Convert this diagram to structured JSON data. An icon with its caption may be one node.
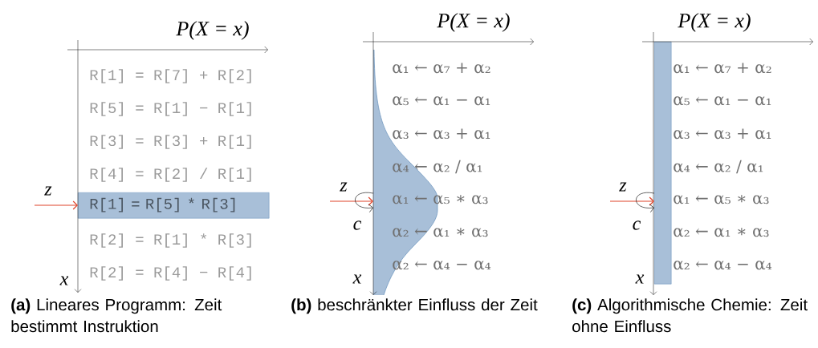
{
  "diagram": {
    "nodes": [
      {
        "text": [
          "R[1] = R[5] * R[3]"
        ]
      },
      {
        "text": [],
        "shape": "area"
      },
      {
        "text": [],
        "shape": "bar"
      }
    ],
    "edges": [
      {
        "from": null,
        "to": 0,
        "arrow": "to",
        "label": "z"
      },
      {
        "from": null,
        "to": 1,
        "arrow": "to",
        "label": "z"
      },
      {
        "from": null,
        "to": 2,
        "arrow": "to",
        "label": "z"
      },
      {
        "from": 1,
        "to": 1,
        "arrow": "to",
        "label": "c",
        "color": "#000000"
      },
      {
        "from": 2,
        "to": 2,
        "arrow": "to",
        "label": "c",
        "color": "#000000"
      }
    ],
    "labels": [
      "P(X = x)",
      "R[1] = R[7] + R[2]",
      "R[5] = R[1] − R[1]",
      "R[3] = R[3] + R[1]",
      "R[4] = R[2] / R[1]",
      "R[2] = R[1] * R[3]",
      "R[2] = R[4] − R[4]",
      "x",
      "**(a)** Lineares Programm: Zeit bestimmt Instruktion",
      "P(X = x)",
      "α₁ ← α₇ + α₂",
      "α₅ ← α₁ − α₁",
      "α₃ ← α₃ + α₁",
      "α₄ ← α₂ / α₁",
      "α₁ ← α₅ ∗ α₃",
      "α₂ ← α₁ ∗ α₃",
      "α₂ ← α₄ − α₄",
      "x",
      "**(b)** beschränkter Einfluss der Zeit",
      "P(X = x)",
      "α₁ ← α₇ + α₂",
      "α₅ ← α₁ − α₁",
      "α₃ ← α₃ + α₁",
      "α₄ ← α₂ / α₁",
      "α₁ ← α₅ ∗ α₃",
      "α₂ ← α₁ ∗ α₃",
      "α₂ ← α₄ − α₄",
      "x",
      "**(c)** Algorithmische Chemie: Zeit ohne Einfluss"
    ]
  }
}
